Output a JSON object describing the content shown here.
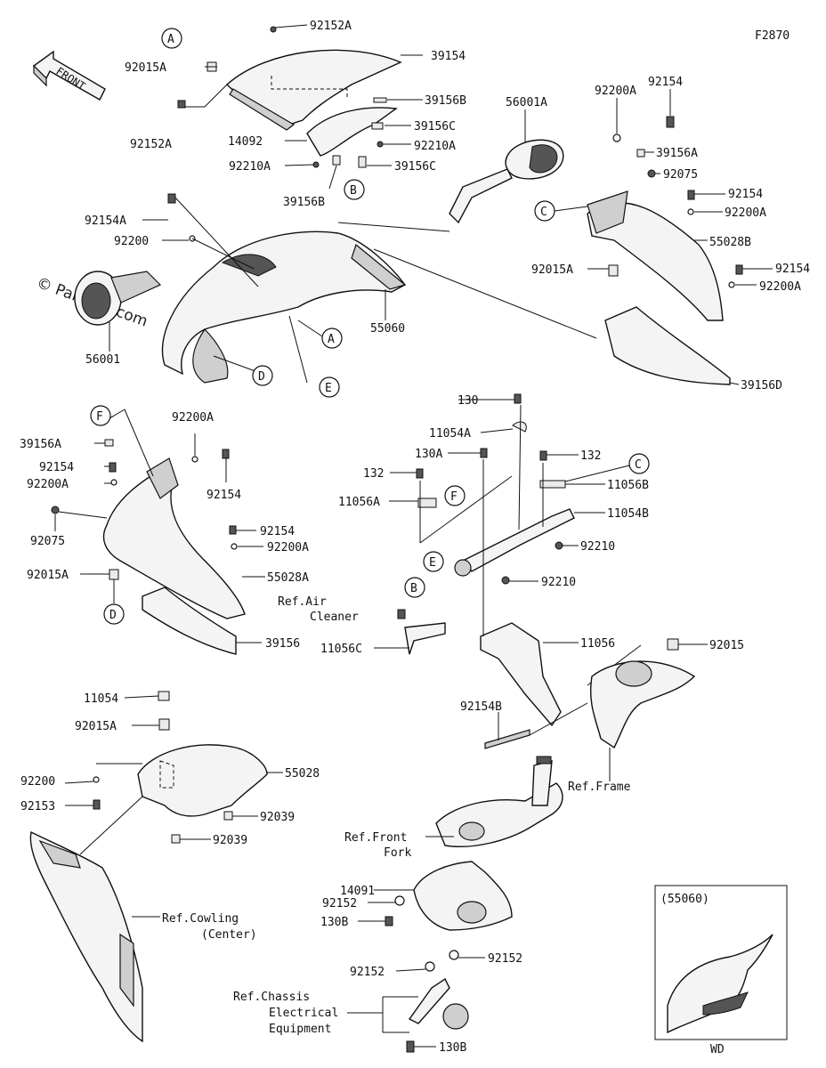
{
  "diagram_code": "F2870",
  "watermark": "© Partzilla.com",
  "front_label": "FRONT",
  "parts": {
    "p92152A": "92152A",
    "p92015A": "92015A",
    "p39154": "39154",
    "p39156B": "39156B",
    "p39156C": "39156C",
    "p92210A": "92210A",
    "p14092": "14092",
    "p56001A": "56001A",
    "p92200A": "92200A",
    "p92154": "92154",
    "p39156A": "39156A",
    "p92075": "92075",
    "p55028B": "55028B",
    "p92154A": "92154A",
    "p92200": "92200",
    "p55060": "55060",
    "p56001": "56001",
    "p39156D": "39156D",
    "p55028A": "55028A",
    "p39156": "39156",
    "p130": "130",
    "p11054A": "11054A",
    "p130A": "130A",
    "p132": "132",
    "p11056B": "11056B",
    "p11056A": "11056A",
    "p11054B": "11054B",
    "p92210": "92210",
    "p11056C": "11056C",
    "p11056": "11056",
    "p92015": "92015",
    "p92154B": "92154B",
    "p11054": "11054",
    "p55028": "55028",
    "p92153": "92153",
    "p92039": "92039",
    "p14091": "14091",
    "p92152": "92152",
    "p130B": "130B"
  },
  "refs": {
    "air_cleaner_1": "Ref.Air",
    "air_cleaner_2": "Cleaner",
    "frame": "Ref.Frame",
    "front_fork_1": "Ref.Front",
    "front_fork_2": "Fork",
    "cowling_1": "Ref.Cowling",
    "cowling_2": "(Center)",
    "chassis_1": "Ref.Chassis",
    "chassis_2": "Electrical",
    "chassis_3": "Equipment"
  },
  "callouts": {
    "a": "A",
    "b": "B",
    "c": "C",
    "d": "D",
    "e": "E",
    "f": "F"
  },
  "inset": {
    "title": "(55060)",
    "caption": "WD"
  }
}
